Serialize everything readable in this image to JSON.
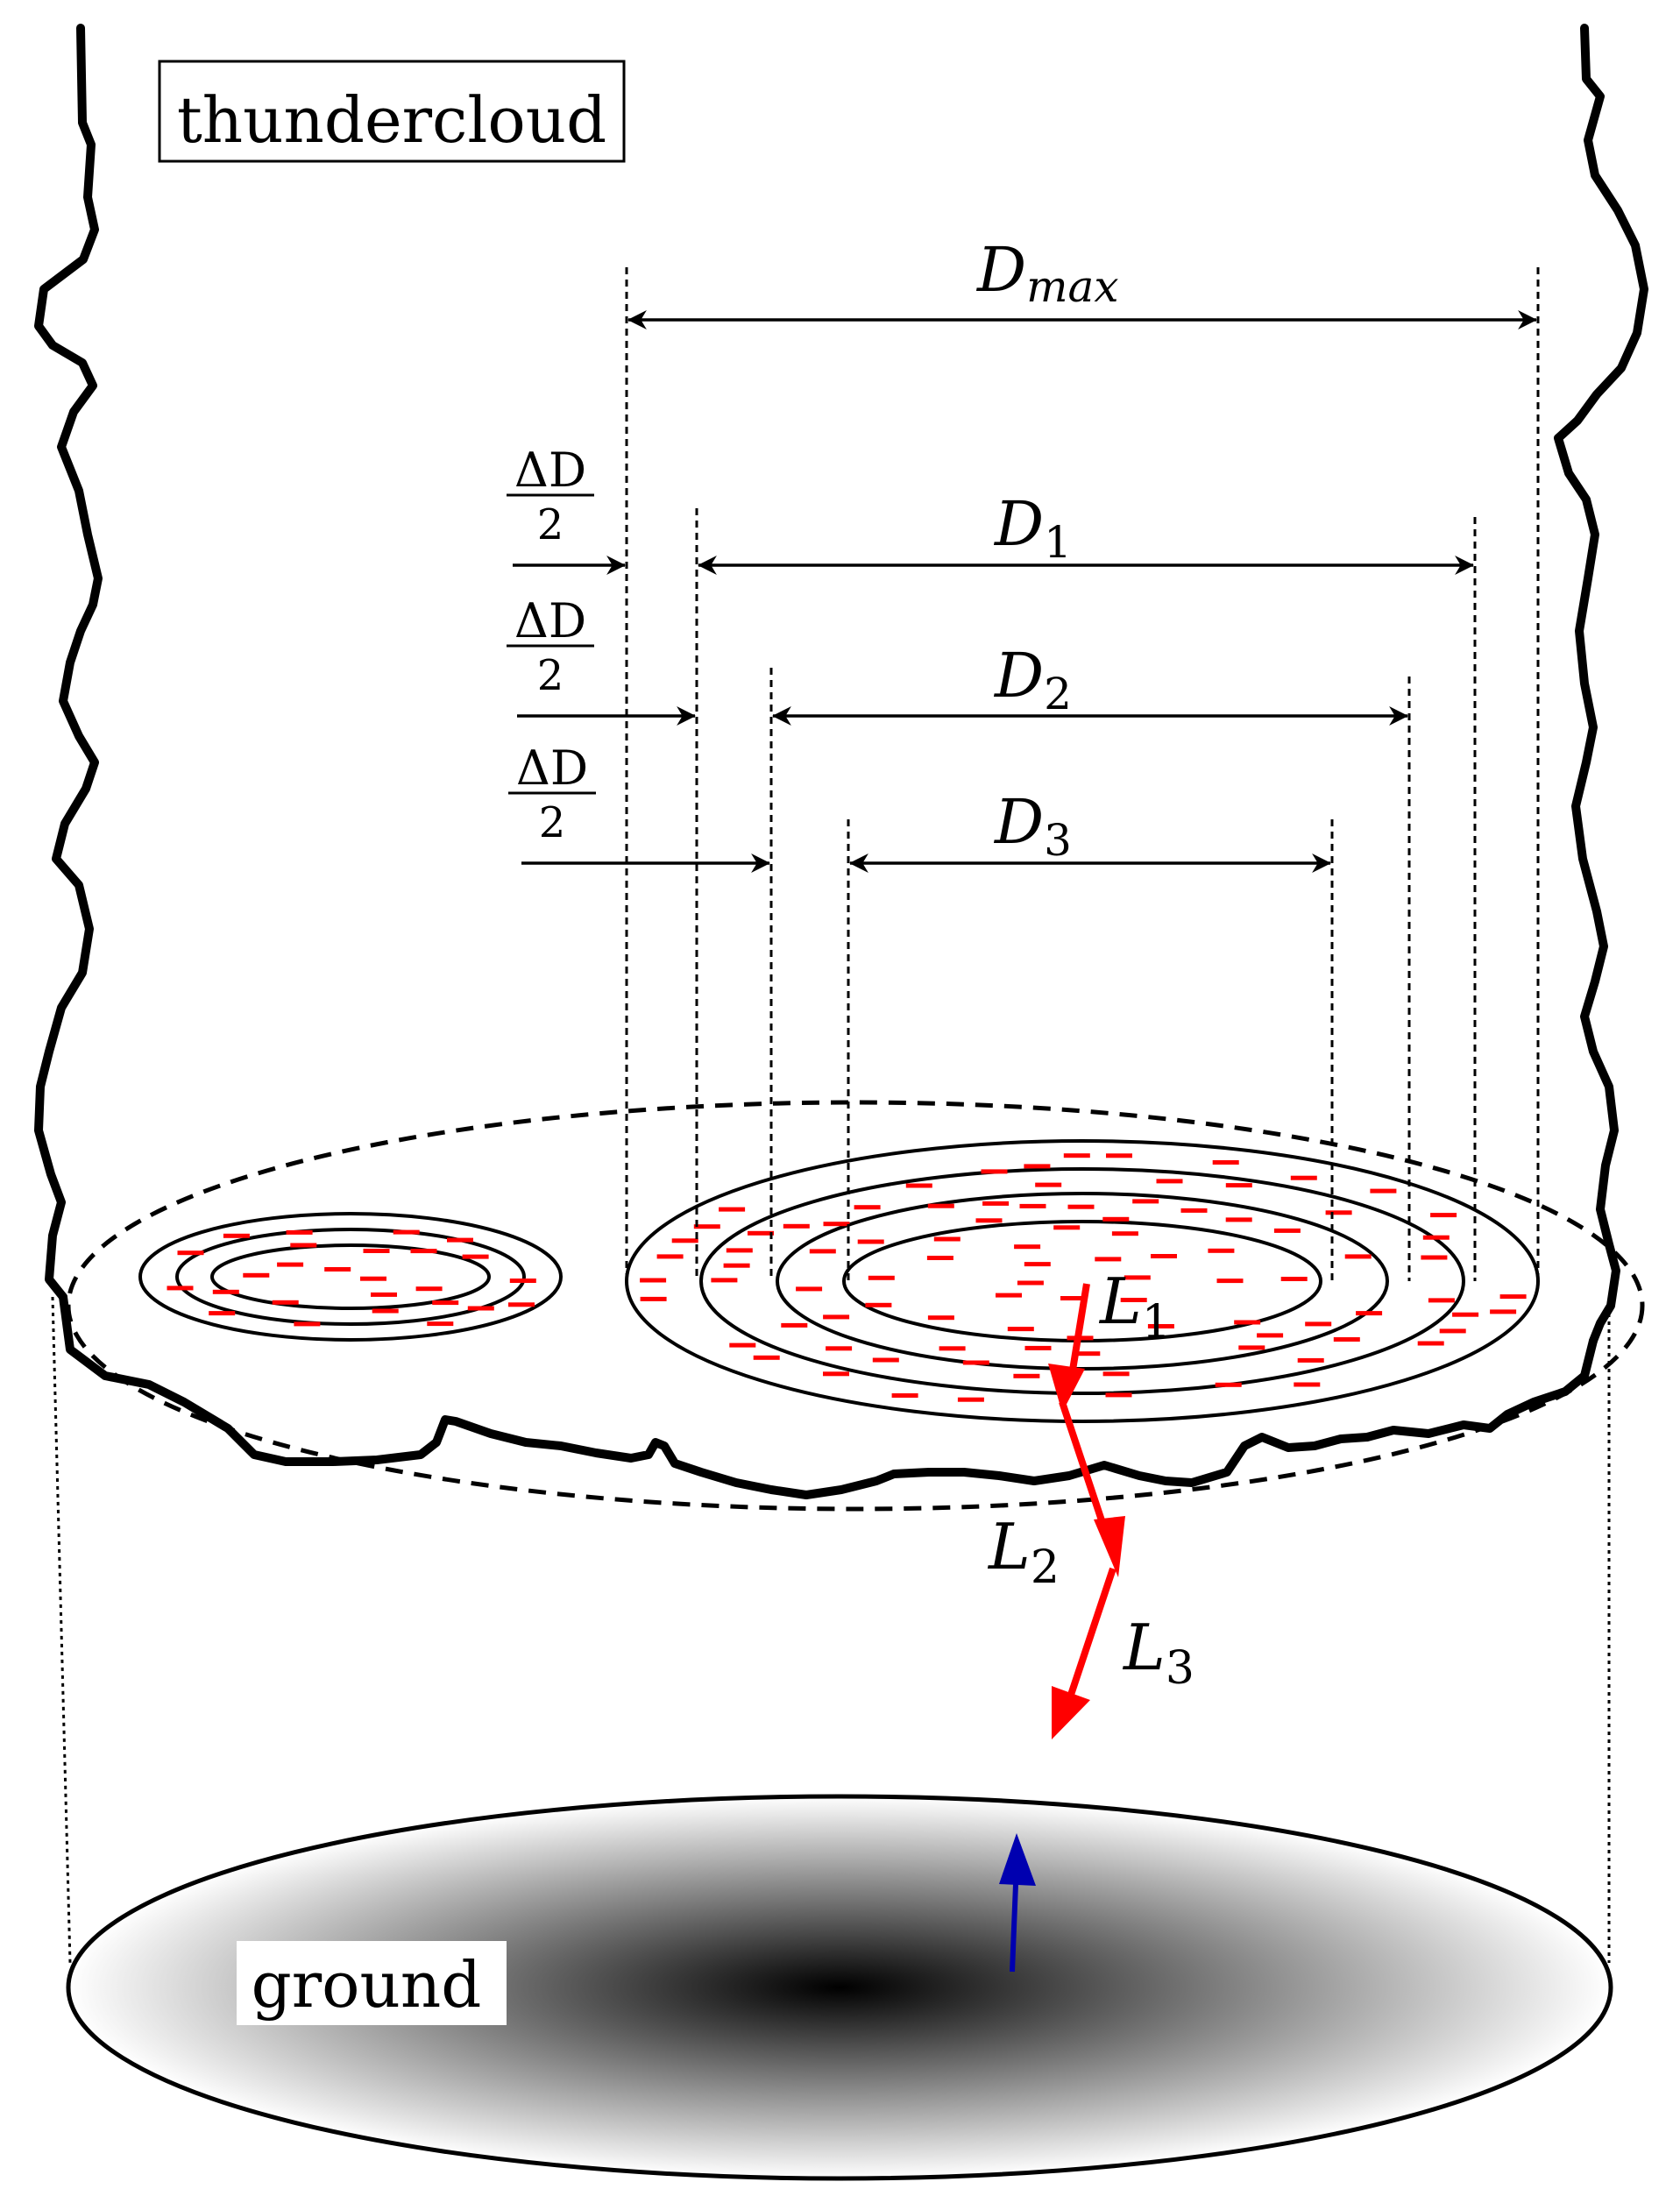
{
  "labels": {
    "thundercloud": "thundercloud",
    "ground": "ground",
    "dmax_main": "D",
    "dmax_sub": "max",
    "d1_main": "D",
    "d1_sub": "1",
    "d2_main": "D",
    "d2_sub": "2",
    "d3_main": "D",
    "d3_sub": "3",
    "delta_num": "ΔD",
    "delta_den": "2",
    "l1_main": "L",
    "l1_sub": "1",
    "l2_main": "L",
    "l2_sub": "2",
    "l3_main": "L",
    "l3_sub": "3",
    "charge_sign": "−"
  },
  "colors": {
    "outline": "#000000",
    "charge": "#ff0000",
    "leader": "#ff0000",
    "upward_leader": "#0000b0",
    "ground_center": "#000000",
    "ground_edge": "#ffffff"
  },
  "icons": {
    "charge": "minus-sign",
    "leader": "red-arrow",
    "upward": "blue-arrow"
  }
}
